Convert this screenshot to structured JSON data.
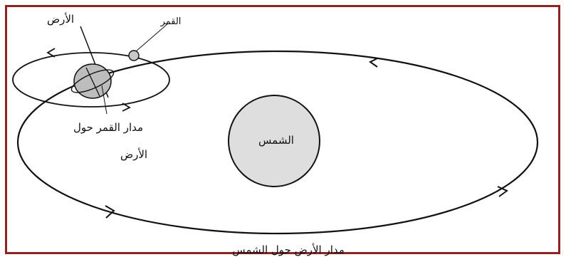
{
  "diagram": {
    "labels": {
      "earth": "الأرض",
      "moon": "القمر",
      "sun": "الشمس",
      "moon_orbit_line1": "مدار القمر حول",
      "moon_orbit_line2": "الأرض",
      "earth_orbit": "مدار الأرض حول الشمس"
    },
    "colors": {
      "frame_border": "#8e2323",
      "sun_fill": "#dedede",
      "earth_fill": "#bdbdbd",
      "moon_fill": "#c8c8c8",
      "line": "#111111"
    }
  }
}
